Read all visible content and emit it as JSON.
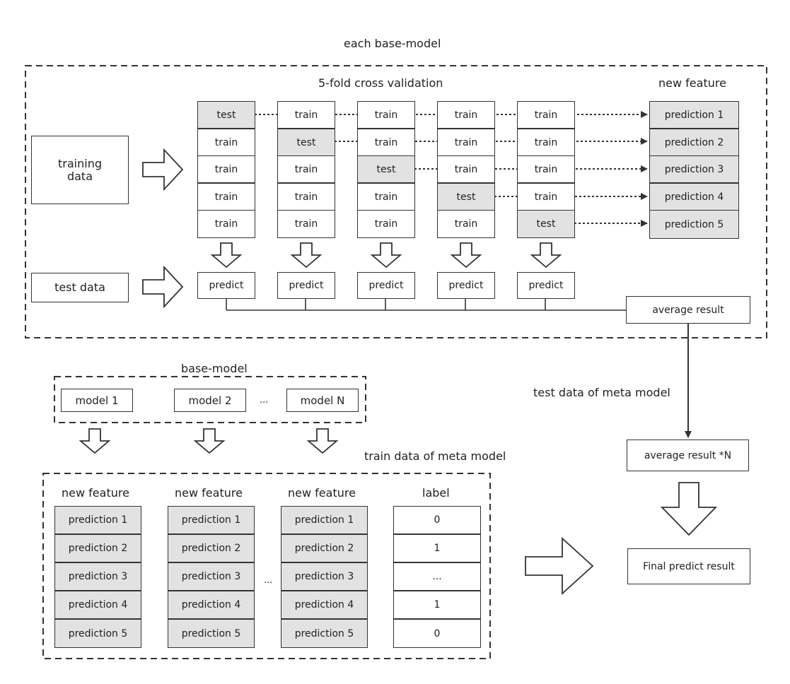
{
  "top": {
    "title": "each base-model",
    "cv_title": "5-fold cross validation",
    "new_feature_title": "new feature",
    "training_data": "training data",
    "test_data": "test data",
    "folds": [
      [
        "test",
        "train",
        "train",
        "train",
        "train"
      ],
      [
        "train",
        "test",
        "train",
        "train",
        "train"
      ],
      [
        "train",
        "train",
        "test",
        "train",
        "train"
      ],
      [
        "train",
        "train",
        "train",
        "test",
        "train"
      ],
      [
        "train",
        "train",
        "train",
        "train",
        "test"
      ]
    ],
    "predict_labels": [
      "predict",
      "predict",
      "predict",
      "predict",
      "predict"
    ],
    "predictions": [
      "prediction 1",
      "prediction 2",
      "prediction 3",
      "prediction 4",
      "prediction 5"
    ],
    "average_result": "average result"
  },
  "models": {
    "title": "base-model",
    "items": [
      "model 1",
      "model 2",
      "model N"
    ],
    "ellipsis": "..."
  },
  "meta": {
    "test_label": "test data of meta model",
    "train_title": "train data of meta model",
    "average_result_n": "average result *N",
    "final": "Final predict result",
    "feature_header": "new feature",
    "feature_columns": [
      [
        "prediction 1",
        "prediction 2",
        "prediction 3",
        "prediction 4",
        "prediction 5"
      ],
      [
        "prediction 1",
        "prediction 2",
        "prediction 3",
        "prediction 4",
        "prediction 5"
      ],
      [
        "prediction 1",
        "prediction 2",
        "prediction 3",
        "prediction 4",
        "prediction 5"
      ]
    ],
    "ellipsis": "...",
    "label_header": "label",
    "labels": [
      "0",
      "1",
      "...",
      "1",
      "0"
    ]
  }
}
